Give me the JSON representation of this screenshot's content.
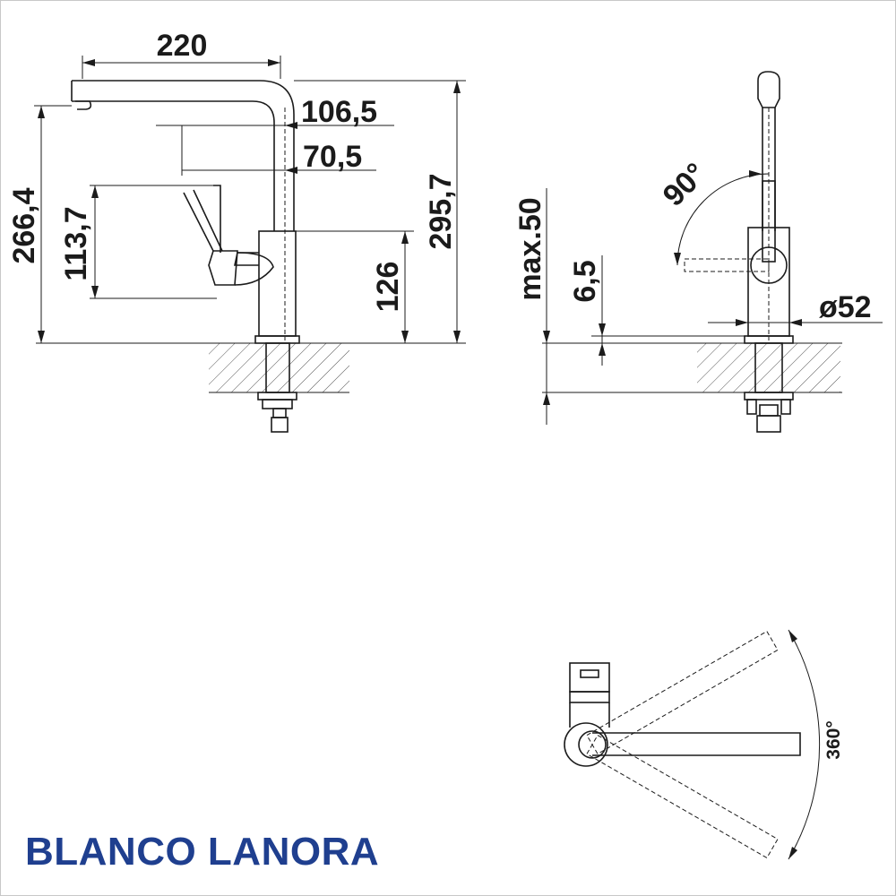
{
  "title": "BLANCO LANORA",
  "colors": {
    "brand": "#1f3f8f",
    "line": "#1b1b1b",
    "background": "#ffffff"
  },
  "side_view": {
    "width_spout": "220",
    "reach_outlet": "106,5",
    "reach_lever": "70,5",
    "total_height": "295,7",
    "outlet_height": "266,4",
    "lever_height": "113,7",
    "body_height": "126"
  },
  "front_view": {
    "deck_thickness": "max.50",
    "base_height": "6,5",
    "lever_angle": "90°",
    "base_diameter": "ø52"
  },
  "top_view": {
    "swivel_angle": "360°"
  }
}
